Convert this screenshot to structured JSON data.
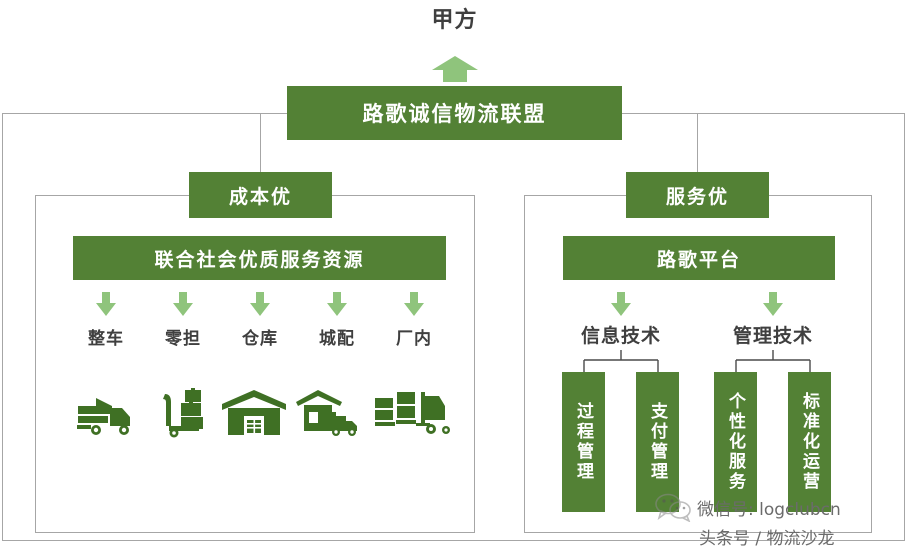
{
  "colors": {
    "green_dark": "#538135",
    "green_light": "#8FC47C",
    "border_gray": "#a6a6a6",
    "text_dark": "#3f3f3f",
    "watermark_gray": "#6b6b6b"
  },
  "top": {
    "label": "甲方",
    "arrow_icon": "up-arrow-icon"
  },
  "main_bar": {
    "label": "路歌诚信物流联盟"
  },
  "left_branch": {
    "header": "成本优",
    "resource_bar": "联合社会优质服务资源",
    "categories": [
      {
        "label": "整车",
        "icon": "truck-icon",
        "arrow_icon": "down-arrow-icon"
      },
      {
        "label": "零担",
        "icon": "hand-truck-icon",
        "arrow_icon": "down-arrow-icon"
      },
      {
        "label": "仓库",
        "icon": "warehouse-icon",
        "arrow_icon": "down-arrow-icon"
      },
      {
        "label": "城配",
        "icon": "city-delivery-icon",
        "arrow_icon": "down-arrow-icon"
      },
      {
        "label": "厂内",
        "icon": "forklift-icon",
        "arrow_icon": "down-arrow-icon"
      }
    ]
  },
  "right_branch": {
    "header": "服务优",
    "platform_bar": "路歌平台",
    "groups": [
      {
        "label": "信息技术",
        "arrow_icon": "down-arrow-icon",
        "items": [
          "过程管理",
          "支付管理"
        ]
      },
      {
        "label": "管理技术",
        "arrow_icon": "down-arrow-icon",
        "items": [
          "个性化服务",
          "标准化运营"
        ]
      }
    ]
  },
  "watermark": {
    "icon": "wechat-icon",
    "line1": "微信号: logclubcn",
    "line2": "头条号 / 物流沙龙"
  }
}
